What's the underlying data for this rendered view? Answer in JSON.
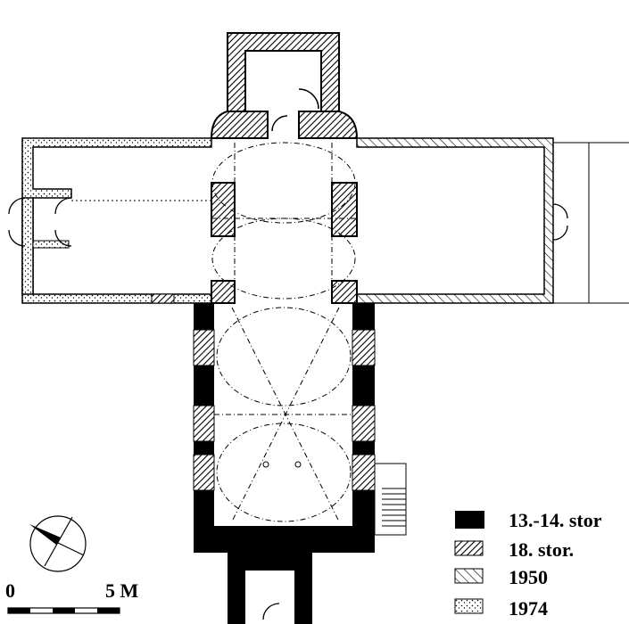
{
  "legend": [
    {
      "label": "13.-14. stor",
      "pattern": "solid-black"
    },
    {
      "label": "18. stor.",
      "pattern": "dense-hatch"
    },
    {
      "label": "1950",
      "pattern": "sparse-hatch"
    },
    {
      "label": "1974",
      "pattern": "stipple"
    }
  ],
  "scale": {
    "start_label": "0",
    "end_label": "5 M"
  },
  "colors": {
    "ink": "#000000",
    "paper": "#ffffff"
  }
}
